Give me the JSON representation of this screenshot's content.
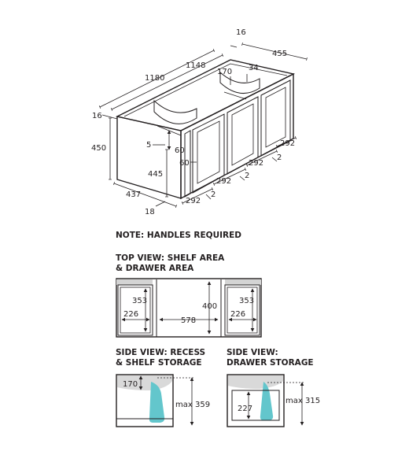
{
  "note": "NOTE: HANDLES REQUIRED",
  "iso": {
    "length_overall": "1180",
    "length_inner": "1148",
    "side_thickness": "16",
    "depth_top": "455",
    "depth_left": "437",
    "basin_depth": "170",
    "rear_gap": "34",
    "height": "450",
    "inner_height": "445",
    "bottom_gap": "18",
    "top_gap": "5",
    "recess_height": "60",
    "recess_width": "60",
    "door_width": "292",
    "door_gap": "2"
  },
  "top_view": {
    "title_line1": "TOP VIEW: SHELF AREA",
    "title_line2": "& DRAWER AREA",
    "shelf_depth": "353",
    "shelf_width": "226",
    "center_width": "578",
    "center_depth": "400"
  },
  "side_recess": {
    "title_line1": "SIDE VIEW: RECESS",
    "title_line2": "& SHELF STORAGE",
    "basin_depth": "170",
    "max_height": "max 359"
  },
  "side_drawer": {
    "title_line1": "SIDE VIEW:",
    "title_line2": "DRAWER STORAGE",
    "drawer_depth": "227",
    "max_height": "max 315"
  },
  "colors": {
    "line": "#231f20",
    "shelf_fill": "#d4d4d4",
    "basin_fill": "#d9d9d9",
    "water": "#63c6cc"
  }
}
